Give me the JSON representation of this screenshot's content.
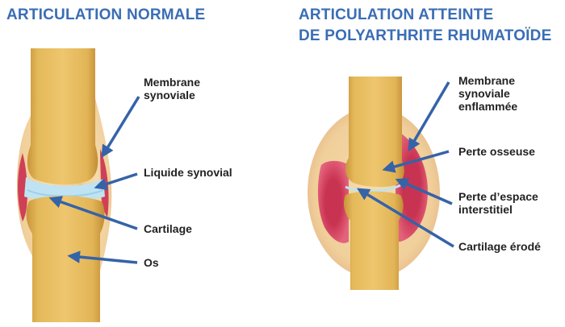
{
  "titles": {
    "left": "ARTICULATION NORMALE",
    "right_line1": "ARTICULATION ATTEINTE",
    "right_line2": "DE POLYARTHRITE RHUMATOÏDE"
  },
  "left_labels": {
    "membrane_line1": "Membrane",
    "membrane_line2": "synoviale",
    "liquide": "Liquide synovial",
    "cartilage": "Cartilage",
    "os": "Os"
  },
  "right_labels": {
    "membrane_line1": "Membrane",
    "membrane_line2": "synoviale",
    "membrane_line3": "enflammée",
    "perte_osseuse": "Perte osseuse",
    "perte_espace_line1": "Perte d’espace",
    "perte_espace_line2": "interstitiel",
    "cartilage": "Cartilage érodé"
  },
  "colors": {
    "title": "#3a6db5",
    "arrow": "#3563a8",
    "bone": "#e8c265",
    "capsule": "#f2d5a8",
    "synovium_normal": "#cf3f58",
    "synovium_inflamed": "#d43b5e",
    "fluid": "#bfe3f2"
  }
}
